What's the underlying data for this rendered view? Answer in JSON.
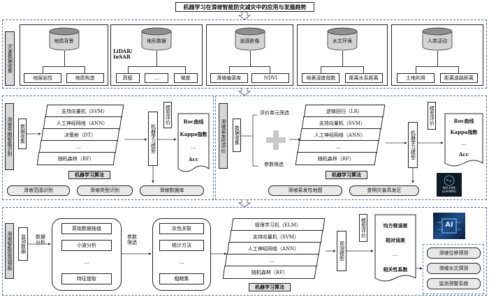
{
  "title": "机器学习在滑坡智能防灾减灾中的应用与发展趋势",
  "section1": {
    "side_label": "灾害数据收集",
    "groups": [
      {
        "header": "地质背景",
        "items": [
          "地层岩性",
          "地质构造"
        ]
      },
      {
        "header": "地形数据",
        "sub_label": "LiDAR/\nInSAR",
        "items": [
          "高程",
          "...",
          "坡度"
        ]
      },
      {
        "header": "遥感影像",
        "items": [
          "滑坡编录库",
          "NDVI"
        ]
      },
      {
        "header": "水文环境",
        "items": [
          "地表湿度指数",
          "距离水系距离"
        ]
      },
      {
        "header": "人类活动",
        "items": [
          "土地利用",
          "距离道路距离"
        ]
      }
    ]
  },
  "section2_left": {
    "side_label": "滑坡早期智能识别",
    "collect_label": "数据收集",
    "algorithms": [
      "支持向量机（SVM）",
      "人工神经网络（ANN）",
      "决策树（DT）",
      "...",
      "随机森林（RF）"
    ],
    "algo_label": "机器学习算法",
    "model_label": "机器学习模型",
    "eval_label": "模型评价",
    "metrics": [
      "Roc曲线",
      "Kappa指数",
      "...",
      "Acc"
    ],
    "outputs": [
      "滑坡范围识别",
      "滑坡类型识别",
      "滑坡数据库"
    ]
  },
  "section2_right": {
    "side_label": "滑坡易发性评价",
    "collect_label": "数据收集",
    "screen_label": "评价单元筛选",
    "param_label": "参数筛选",
    "algorithms": [
      "逻辑回归（LR）",
      "支持向量机（SVM）",
      "人工神经网络（ANN）",
      "...",
      "随机森林（RF）"
    ],
    "algo_label": "机器学习算法",
    "model_label": "机器学习模型",
    "eval_label": "模型评价",
    "metrics": [
      "Roc曲线",
      "Kappa指数",
      "...",
      "Acc"
    ],
    "outputs": [
      "滑坡易发性地图",
      "查明灾害高发区"
    ],
    "icon_text": "MACHINE\nLEARNING"
  },
  "section3": {
    "side_label": "滑坡智能监测预报",
    "monitor_label": "监测数据",
    "analysis_label": "数据分析",
    "analysis_items": [
      "原始数据插值",
      "小波分析",
      "...",
      "特征提取"
    ],
    "param_label": "参数筛选",
    "param_items": [
      "灰色关联",
      "统计方法",
      "...",
      "粗糙集"
    ],
    "algorithms": [
      "极限学习机（ELM）",
      "支持向量机（SVM）",
      "人工神经网络（ANN）",
      "...",
      "随机森林（RF）"
    ],
    "algo_label": "机器学习算法",
    "predict_label": "预测模型",
    "eval_label": "模型评价",
    "metrics": [
      "均方根误差",
      "相对误差",
      "...",
      "相关性系数"
    ],
    "outputs": [
      "滑坡位移预测",
      "滑坡水文预测",
      "监测预警系统"
    ],
    "icon_text": "AI"
  }
}
